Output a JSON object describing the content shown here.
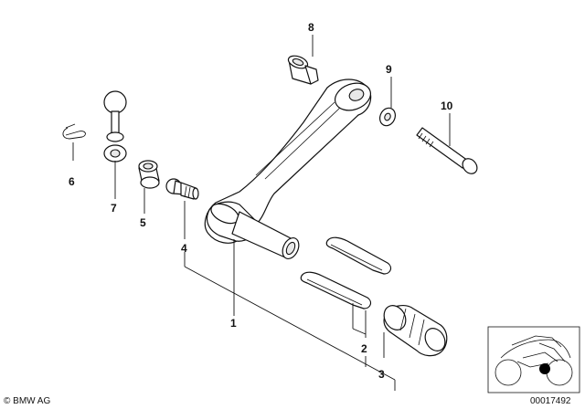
{
  "callouts": {
    "c1": "1",
    "c2": "2",
    "c3": "3",
    "c4": "4",
    "c5": "5",
    "c6": "6",
    "c7": "7",
    "c8": "8",
    "c9": "9",
    "c10": "10"
  },
  "footer": {
    "copyright": "© BMW AG",
    "diagram_number": "00017492"
  }
}
